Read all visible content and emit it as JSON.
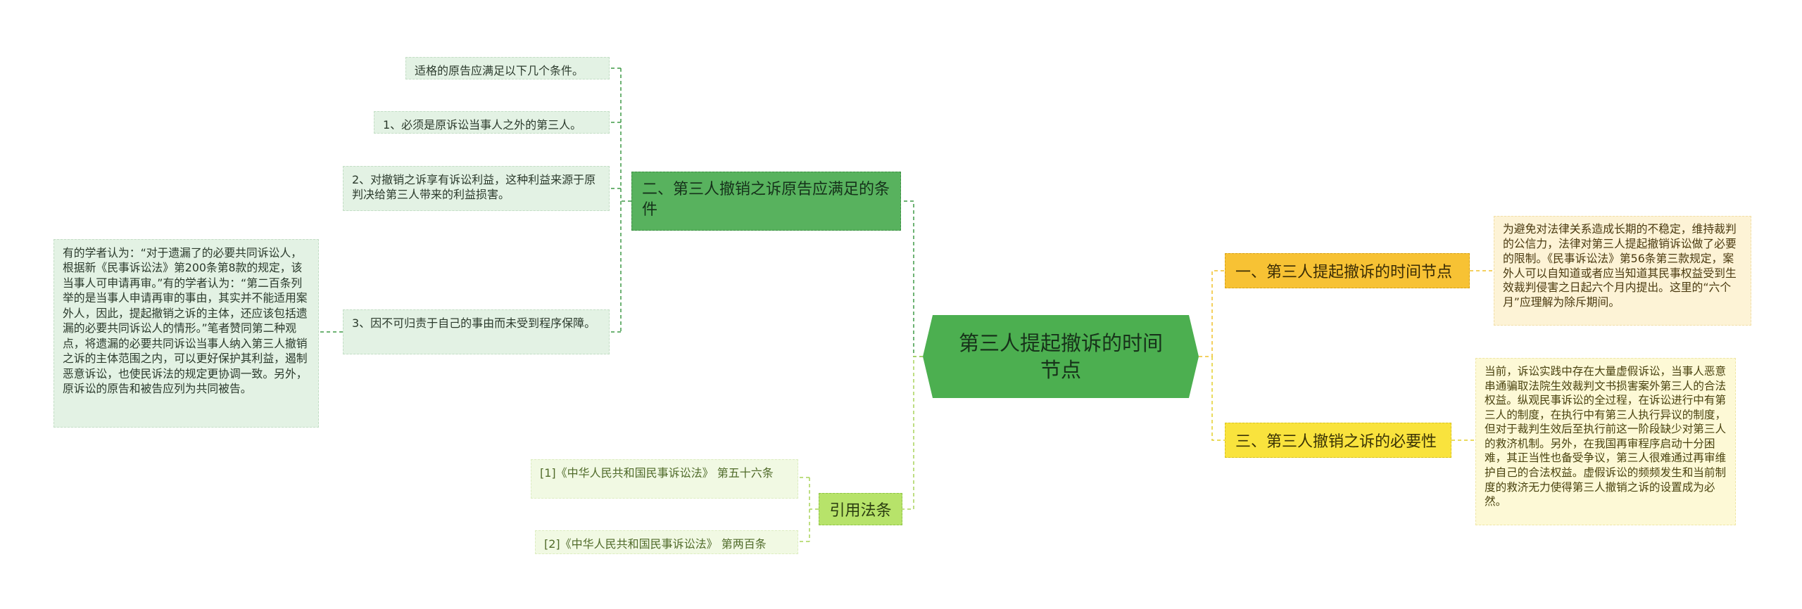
{
  "root": {
    "text": "第三人提起撤诉的时间节点"
  },
  "branches": {
    "plaintiff": {
      "text": "二、第三人撤销之诉原告应满足的条件"
    },
    "time": {
      "text": "一、第三人提起撤诉的时间节点"
    },
    "necessity": {
      "text": "三、第三人撤销之诉的必要性"
    },
    "laws": {
      "text": "引用法条"
    }
  },
  "leaves": {
    "p1": "适格的原告应满足以下几个条件。",
    "p2": "1、必须是原诉讼当事人之外的第三人。",
    "p3": "2、对撤销之诉享有诉讼利益，这种利益来源于原判决给第三人带来的利益损害。",
    "p4": "3、因不可归责于自己的事由而未受到程序保障。",
    "scholar": "有的学者认为：“对于遗漏了的必要共同诉讼人，根据新《民事诉讼法》第200条第8款的规定，该当事人可申请再审。”有的学者认为：“第二百条列举的是当事人申请再审的事由，其实并不能适用案外人，因此，提起撤销之诉的主体，还应该包括遗漏的必要共同诉讼人的情形。”笔者赞同第二种观点，将遗漏的必要共同诉讼当事人纳入第三人撤销之诉的主体范围之内，可以更好保护其利益，遏制恶意诉讼，也使民诉法的规定更协调一致。另外，原诉讼的原告和被告应列为共同被告。",
    "law1": "[1]《中华人民共和国民事诉讼法》 第五十六条",
    "law2": "[2]《中华人民共和国民事诉讼法》 第两百条",
    "time_detail": "为避免对法律关系造成长期的不稳定，维持裁判的公信力，法律对第三人提起撤销诉讼做了必要的限制。《民事诉讼法》第56条第三款规定，案外人可以自知道或者应当知道其民事权益受到生效裁判侵害之日起六个月内提出。这里的“六个月”应理解为除斥期间。",
    "necessity_detail": "当前，诉讼实践中存在大量虚假诉讼，当事人恶意串通骗取法院生效裁判文书损害案外第三人的合法权益。纵观民事诉讼的全过程，在诉讼进行中有第三人的制度，在执行中有第三人执行异议的制度，但对于裁判生效后至执行前这一阶段缺少对第三人的救济机制。另外，在我国再审程序启动十分困难，其正当性也备受争议，第三人很难通过再审维护自己的合法权益。虚假诉讼的频频发生和当前制度的救济无力使得第三人撤销之诉的设置成为必然。"
  },
  "colors": {
    "green_line": "#3e9a46",
    "gold_line": "#f0c02a",
    "yellow_line": "#e3cf2a",
    "lime_line": "#a9d45a"
  }
}
